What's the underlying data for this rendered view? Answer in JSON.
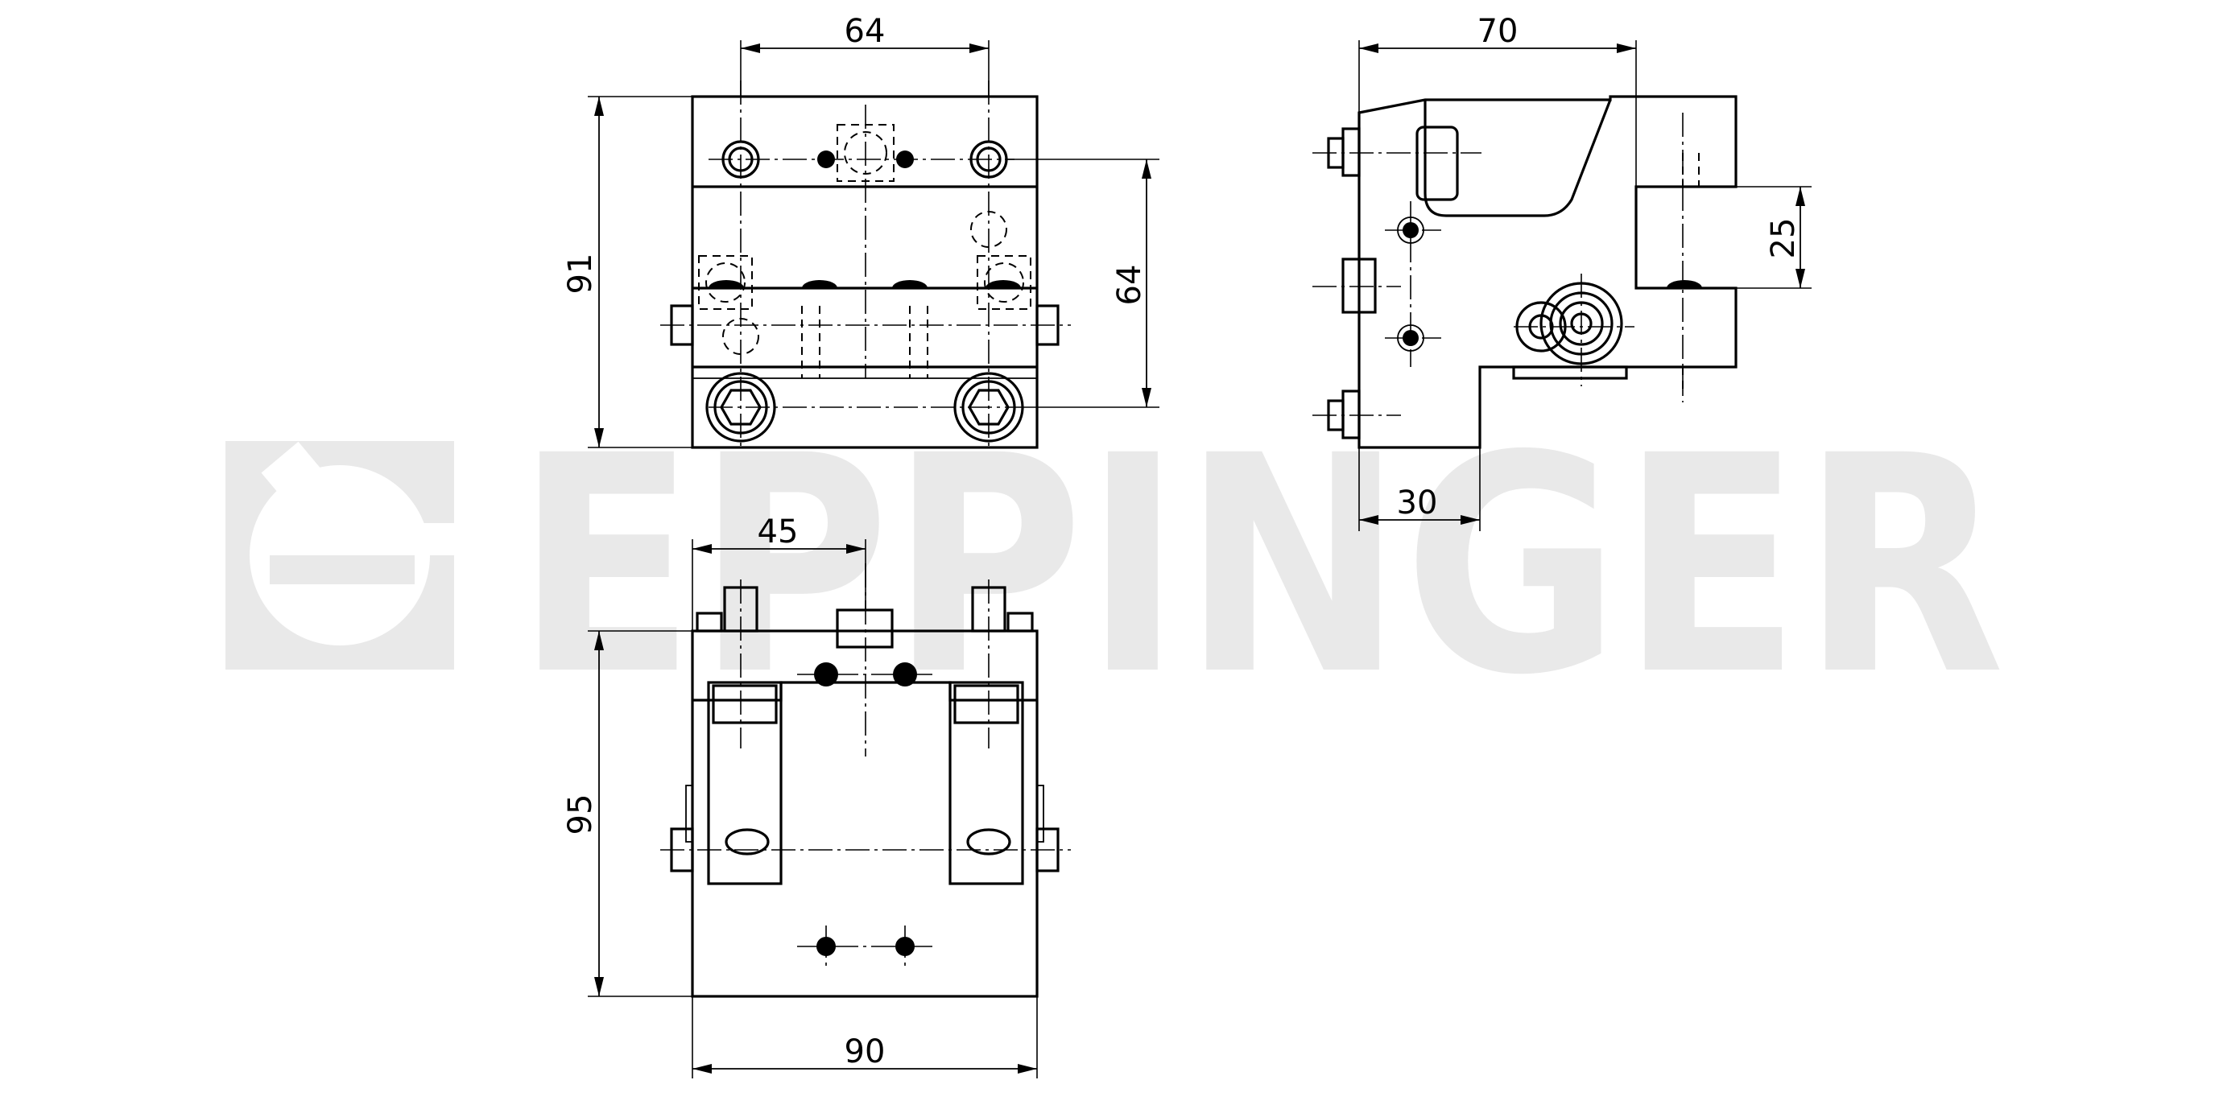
{
  "watermark": {
    "brand": "EPPINGER",
    "color": "#e9e9e9"
  },
  "dimensions": {
    "front_width_top": "64",
    "front_height": "91",
    "front_height_inner": "64",
    "side_width": "70",
    "side_slot_height": "25",
    "side_base_width": "30",
    "bottom_offset": "45",
    "bottom_height": "95",
    "bottom_width": "90"
  },
  "line_color": "#000000",
  "background": "#ffffff"
}
